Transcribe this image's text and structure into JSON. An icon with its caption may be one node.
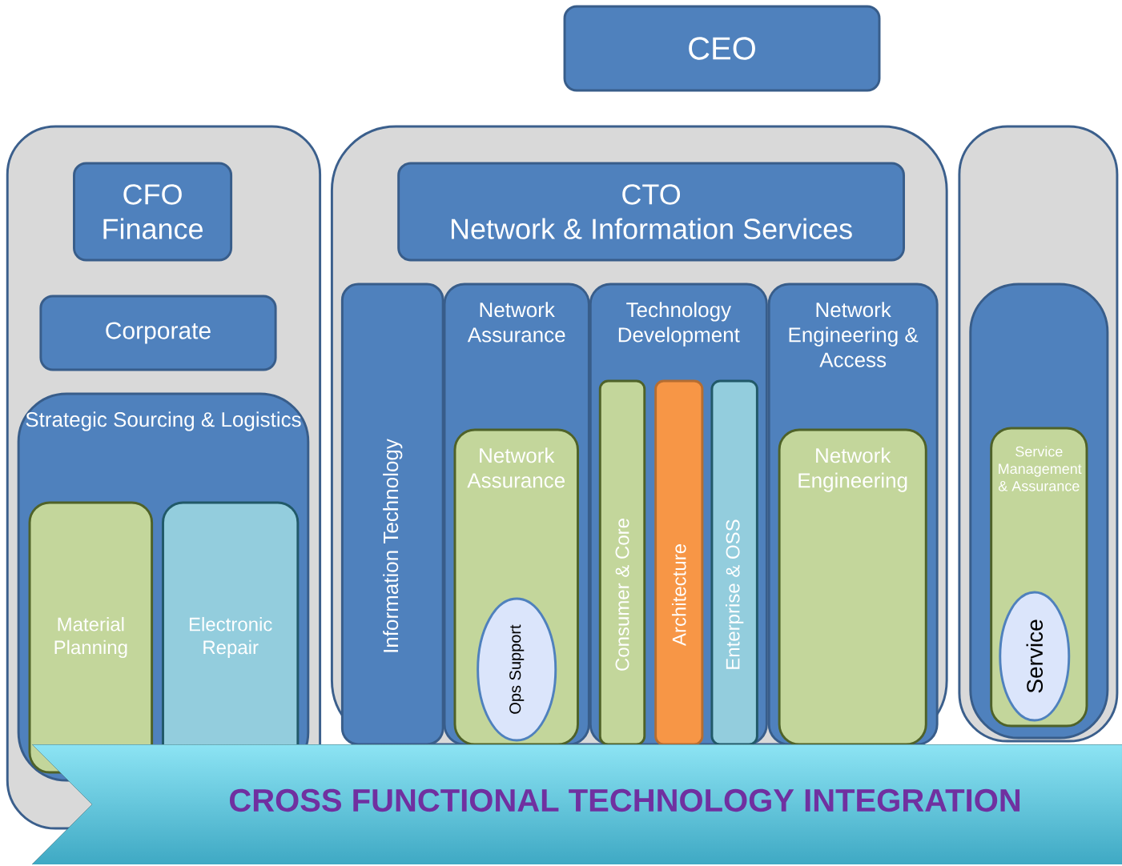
{
  "diagram": {
    "nodes": [
      {
        "text": [
          "CEO"
        ]
      },
      {
        "text": [],
        "shape": "box"
      },
      {
        "text": [
          "CFO",
          "Finance"
        ],
        "in": 1
      },
      {
        "text": [
          "Corporate"
        ],
        "in": 1
      },
      {
        "text": [
          "Strategic Sourcing & Logistics"
        ],
        "in": 1
      },
      {
        "text": [
          "Material Planning"
        ],
        "in": 4
      },
      {
        "text": [
          "Electronic Repair"
        ],
        "in": 4
      },
      {
        "text": [],
        "shape": "box"
      },
      {
        "text": [
          "CTO",
          "Network & Information Services"
        ],
        "in": 7
      },
      {
        "text": [
          "Information Technology"
        ],
        "in": 7
      },
      {
        "text": [
          "Network Assurance"
        ],
        "in": 7
      },
      {
        "text": [
          "Network Assurance"
        ],
        "in": 10
      },
      {
        "text": [
          "Ops Support"
        ],
        "in": 11
      },
      {
        "text": [
          "Technology Development"
        ],
        "in": 7
      },
      {
        "text": [
          "Consumer & Core"
        ],
        "in": 13
      },
      {
        "text": [
          "Architecture"
        ],
        "in": 13
      },
      {
        "text": [
          "Enterprise & OSS"
        ],
        "in": 13
      },
      {
        "text": [
          "Network Engineering & Access"
        ],
        "in": 7
      },
      {
        "text": [
          "Network Engineering"
        ],
        "in": 17
      },
      {
        "text": [],
        "shape": "box"
      },
      {
        "text": [],
        "shape": "box",
        "in": 19
      },
      {
        "text": [
          "Service Management & Assurance"
        ],
        "in": 20
      },
      {
        "text": [
          "Service"
        ],
        "in": 21
      },
      {
        "text": [
          "CROSS FUNCTIONAL TECHNOLOGY INTEGRATION"
        ]
      }
    ]
  }
}
